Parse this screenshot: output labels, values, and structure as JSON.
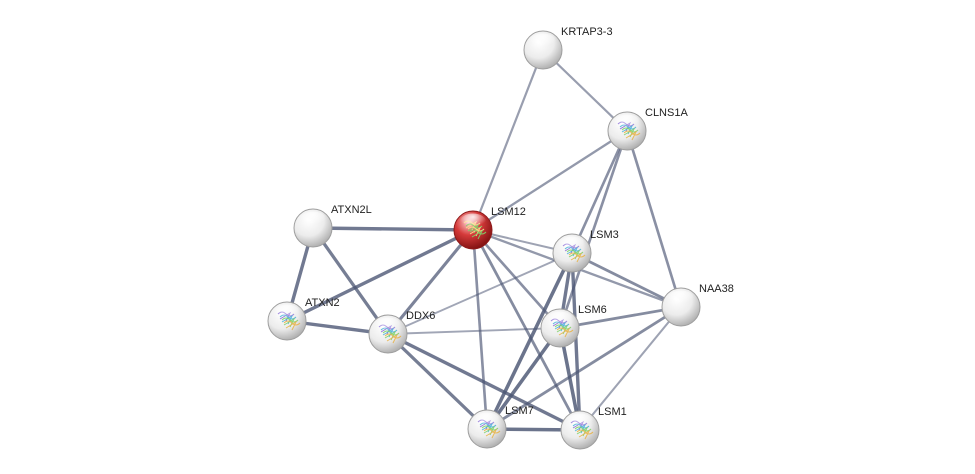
{
  "network": {
    "nodes": [
      {
        "id": "KRTAP3-3",
        "label": "KRTAP3-3",
        "query": false,
        "structure": false
      },
      {
        "id": "CLNS1A",
        "label": "CLNS1A",
        "query": false,
        "structure": true
      },
      {
        "id": "LSM12",
        "label": "LSM12",
        "query": true,
        "structure": true
      },
      {
        "id": "ATXN2L",
        "label": "ATXN2L",
        "query": false,
        "structure": false
      },
      {
        "id": "LSM3",
        "label": "LSM3",
        "query": false,
        "structure": true
      },
      {
        "id": "NAA38",
        "label": "NAA38",
        "query": false,
        "structure": false
      },
      {
        "id": "ATXN2",
        "label": "ATXN2",
        "query": false,
        "structure": true
      },
      {
        "id": "DDX6",
        "label": "DDX6",
        "query": false,
        "structure": true
      },
      {
        "id": "LSM6",
        "label": "LSM6",
        "query": false,
        "structure": true
      },
      {
        "id": "LSM7",
        "label": "LSM7",
        "query": false,
        "structure": true
      },
      {
        "id": "LSM1",
        "label": "LSM1",
        "query": false,
        "structure": true
      }
    ],
    "edges": [
      {
        "source": "KRTAP3-3",
        "target": "LSM12",
        "score": 0.4
      },
      {
        "source": "KRTAP3-3",
        "target": "CLNS1A",
        "score": 0.4
      },
      {
        "source": "CLNS1A",
        "target": "LSM12",
        "score": 0.45
      },
      {
        "source": "CLNS1A",
        "target": "LSM3",
        "score": 0.55
      },
      {
        "source": "CLNS1A",
        "target": "LSM6",
        "score": 0.55
      },
      {
        "source": "CLNS1A",
        "target": "NAA38",
        "score": 0.55
      },
      {
        "source": "ATXN2L",
        "target": "LSM12",
        "score": 0.8
      },
      {
        "source": "ATXN2L",
        "target": "ATXN2",
        "score": 0.8
      },
      {
        "source": "ATXN2L",
        "target": "DDX6",
        "score": 0.75
      },
      {
        "source": "LSM12",
        "target": "ATXN2",
        "score": 0.8
      },
      {
        "source": "LSM12",
        "target": "DDX6",
        "score": 0.7
      },
      {
        "source": "LSM12",
        "target": "LSM3",
        "score": 0.35
      },
      {
        "source": "LSM12",
        "target": "LSM6",
        "score": 0.55
      },
      {
        "source": "LSM12",
        "target": "NAA38",
        "score": 0.45
      },
      {
        "source": "LSM12",
        "target": "LSM7",
        "score": 0.55
      },
      {
        "source": "LSM12",
        "target": "LSM1",
        "score": 0.6
      },
      {
        "source": "ATXN2",
        "target": "DDX6",
        "score": 0.8
      },
      {
        "source": "DDX6",
        "target": "LSM3",
        "score": 0.3
      },
      {
        "source": "DDX6",
        "target": "LSM6",
        "score": 0.3
      },
      {
        "source": "DDX6",
        "target": "LSM7",
        "score": 0.75
      },
      {
        "source": "DDX6",
        "target": "LSM1",
        "score": 0.8
      },
      {
        "source": "LSM3",
        "target": "NAA38",
        "score": 0.6
      },
      {
        "source": "LSM3",
        "target": "LSM6",
        "score": 0.8
      },
      {
        "source": "LSM3",
        "target": "LSM7",
        "score": 0.85
      },
      {
        "source": "LSM3",
        "target": "LSM1",
        "score": 0.8
      },
      {
        "source": "LSM6",
        "target": "NAA38",
        "score": 0.6
      },
      {
        "source": "LSM6",
        "target": "LSM7",
        "score": 0.85
      },
      {
        "source": "LSM6",
        "target": "LSM1",
        "score": 0.85
      },
      {
        "source": "NAA38",
        "target": "LSM7",
        "score": 0.6
      },
      {
        "source": "NAA38",
        "target": "LSM1",
        "score": 0.35
      },
      {
        "source": "LSM7",
        "target": "LSM1",
        "score": 0.85
      }
    ]
  },
  "colors": {
    "query_node": "#c62828",
    "node": "#e6e6e6",
    "edge": "#4b5573",
    "label": "#222222"
  }
}
